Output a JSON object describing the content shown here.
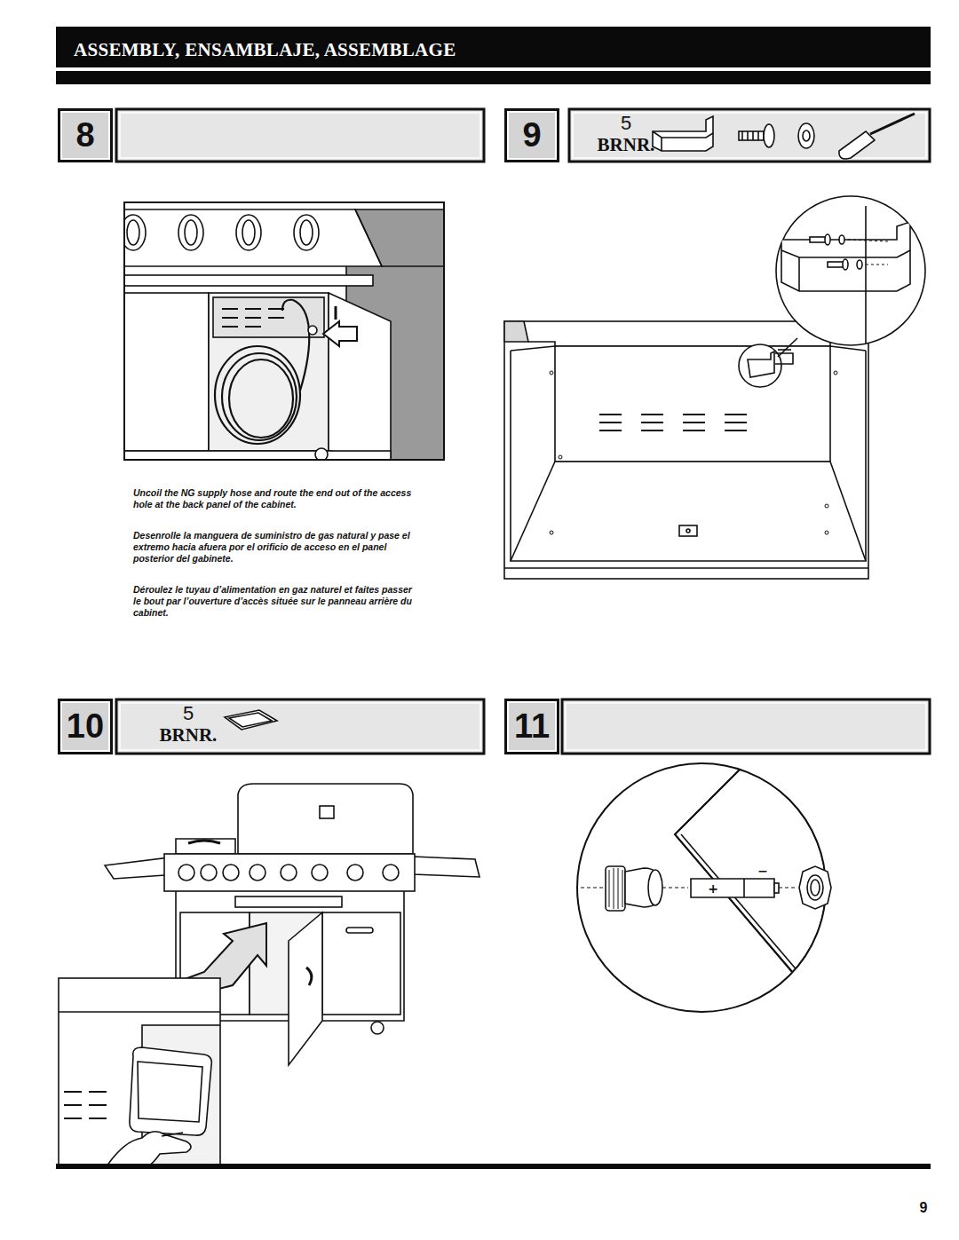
{
  "diagram": {
    "nodes": [
      {
        "text": [
          "ASSEMBLY, ENSAMBLAJE, ASSEMBLAGE"
        ]
      },
      {
        "text": [
          "8"
        ]
      },
      {
        "text": [
          "9"
        ]
      },
      {
        "text": [
          "5",
          "BRNR."
        ]
      },
      {
        "text": [
          "10"
        ]
      },
      {
        "text": [
          "5",
          "BRNR."
        ]
      },
      {
        "text": [
          "11"
        ]
      }
    ],
    "labels": [
      "Uncoil the NG supply hose and route the end out of the access hole at the back panel of the cabinet.",
      "Desenrolle la manguera de suministro de gas natural y pase el extremo hacia afuera por el orificio de acceso en el panel posterior del gabinete.",
      "Déroulez le tuyau d’alimentation en gaz naturel et faites passer le bout par l’ouverture d’accès située sur le panneau arrière du cabinet.",
      "+",
      "−",
      "9"
    ]
  }
}
